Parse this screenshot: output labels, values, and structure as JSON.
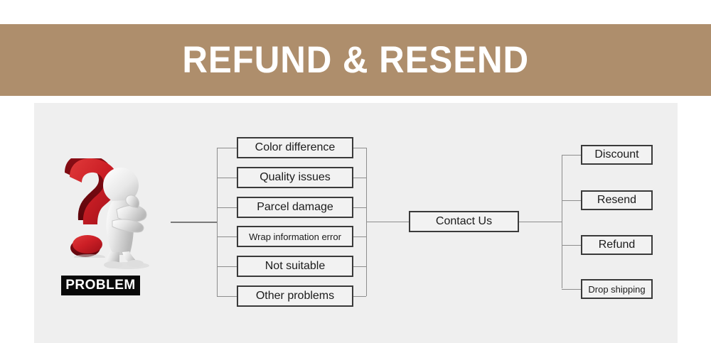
{
  "banner": {
    "title": "REFUND & RESEND",
    "background_color": "#ae8e6c",
    "text_color": "#ffffff"
  },
  "panel": {
    "background_color": "#efefef"
  },
  "problem": {
    "label": "PROBLEM",
    "icon_name": "question-mark-thinking-person",
    "question_mark_color": "#c8102e",
    "figure_color": "#e3e3e3",
    "label_background": "#090909",
    "label_color": "#ffffff"
  },
  "diagram": {
    "type": "flowchart",
    "problem_reasons": [
      {
        "label": "Color difference",
        "size": "normal"
      },
      {
        "label": "Quality issues",
        "size": "normal"
      },
      {
        "label": "Parcel damage",
        "size": "normal"
      },
      {
        "label": "Wrap information error",
        "size": "small"
      },
      {
        "label": "Not suitable",
        "size": "normal"
      },
      {
        "label": "Other problems",
        "size": "normal"
      }
    ],
    "center": {
      "label": "Contact Us"
    },
    "solutions": [
      {
        "label": "Discount",
        "size": "normal"
      },
      {
        "label": "Resend",
        "size": "normal"
      },
      {
        "label": "Refund",
        "size": "normal"
      },
      {
        "label": "Drop shipping",
        "size": "small"
      }
    ],
    "box_border_color": "#3a3a3a",
    "box_fill_color": "#f2f2f2",
    "connector_color": "#8d8d8d"
  }
}
